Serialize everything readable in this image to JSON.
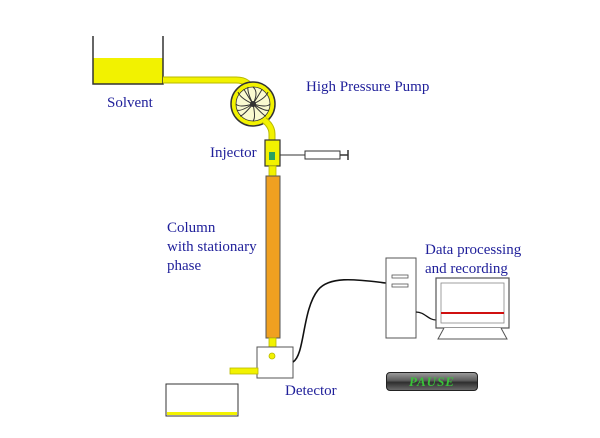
{
  "labels": {
    "solvent": "Solvent",
    "pump": "High Pressure Pump",
    "injector": "Injector",
    "column_line1": "Column",
    "column_line2": "with stationary",
    "column_line3": "phase",
    "data_line1": "Data processing",
    "data_line2": "and recording",
    "detector": "Detector"
  },
  "controls": {
    "pause_label": "PAUSE"
  },
  "colors": {
    "solvent_fill": "#f2f200",
    "tubing": "#f2f200",
    "column_fill": "#f0a020",
    "label_text": "#1f1f9a",
    "pause_text": "#39c239",
    "chromatogram_trace": "#d01010"
  }
}
